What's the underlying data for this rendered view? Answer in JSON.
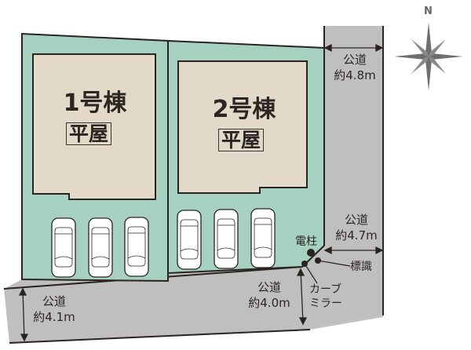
{
  "map": {
    "compass": {
      "label": "N",
      "icon": "compass-rose-icon",
      "color": "#6e6e6e"
    },
    "colors": {
      "lot": "#a6d0bf",
      "building": "#e2d9c8",
      "road": "#c0bfc0",
      "outline": "#2a2420",
      "car": "#ffffff"
    },
    "buildings": [
      {
        "id": 1,
        "title": "1号棟",
        "type": "平屋",
        "parking_spaces": 3
      },
      {
        "id": 2,
        "title": "2号棟",
        "type": "平屋",
        "parking_spaces": 3
      }
    ],
    "roads": [
      {
        "position": "east-north",
        "name": "公道",
        "width": "約4.8m"
      },
      {
        "position": "east-south",
        "name": "公道",
        "width": "約4.7m"
      },
      {
        "position": "south-east",
        "name": "公道",
        "width": "約4.0m"
      },
      {
        "position": "south-west",
        "name": "公道",
        "width": "約4.1m"
      }
    ],
    "annotations": {
      "utility_pole": "電柱",
      "sign": "標識",
      "curve_mirror_line1": "カーブ",
      "curve_mirror_line2": "ミラー"
    }
  }
}
